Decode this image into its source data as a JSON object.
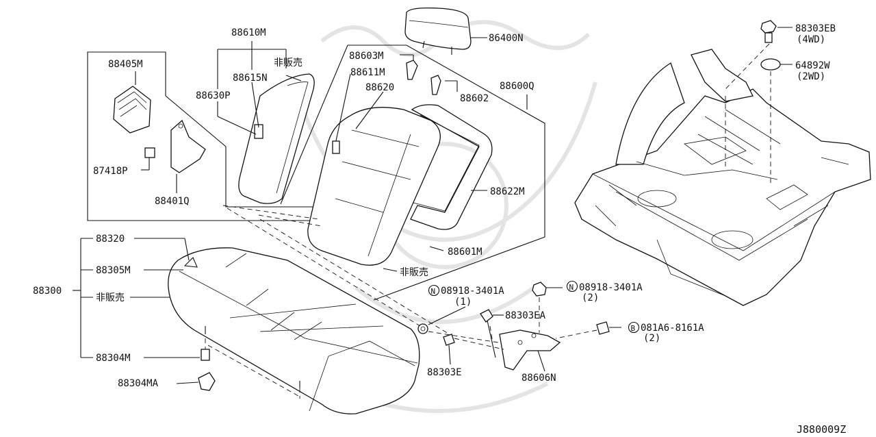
{
  "diagram": {
    "drawing_number": "J880009Z",
    "labels": {
      "p86400N": "86400N",
      "p88610M": "88610M",
      "p88615N": "88615N",
      "p88630P": "88630P",
      "nfs_top": "非販売",
      "p88405M": "88405M",
      "p87418P": "87418P",
      "p88401Q": "88401Q",
      "p88603M": "88603M",
      "p88611M": "88611M",
      "p88620": "88620",
      "p88602": "88602",
      "p88600Q": "88600Q",
      "p88622M": "88622M",
      "p88601M": "88601M",
      "nfs_mid": "非販売",
      "p88320": "88320",
      "p88305M": "88305M",
      "p88300": "88300",
      "nfs_low": "非販売",
      "p88304M": "88304M",
      "p88304MA": "88304MA",
      "nut1": "08918-3401A",
      "nut1_qty": "(1)",
      "p88303EA": "88303EA",
      "nut2": "08918-3401A",
      "nut2_qty": "(2)",
      "bolt": "081A6-8161A",
      "bolt_qty": "(2)",
      "p88303E": "88303E",
      "p88606N": "88606N",
      "p88303EB": "88303EB",
      "p88303EB_note": "(4WD)",
      "p64892W": "64892W",
      "p64892W_note": "(2WD)"
    },
    "symbols": {
      "nut_mark": "N",
      "bolt_mark": "B"
    }
  }
}
